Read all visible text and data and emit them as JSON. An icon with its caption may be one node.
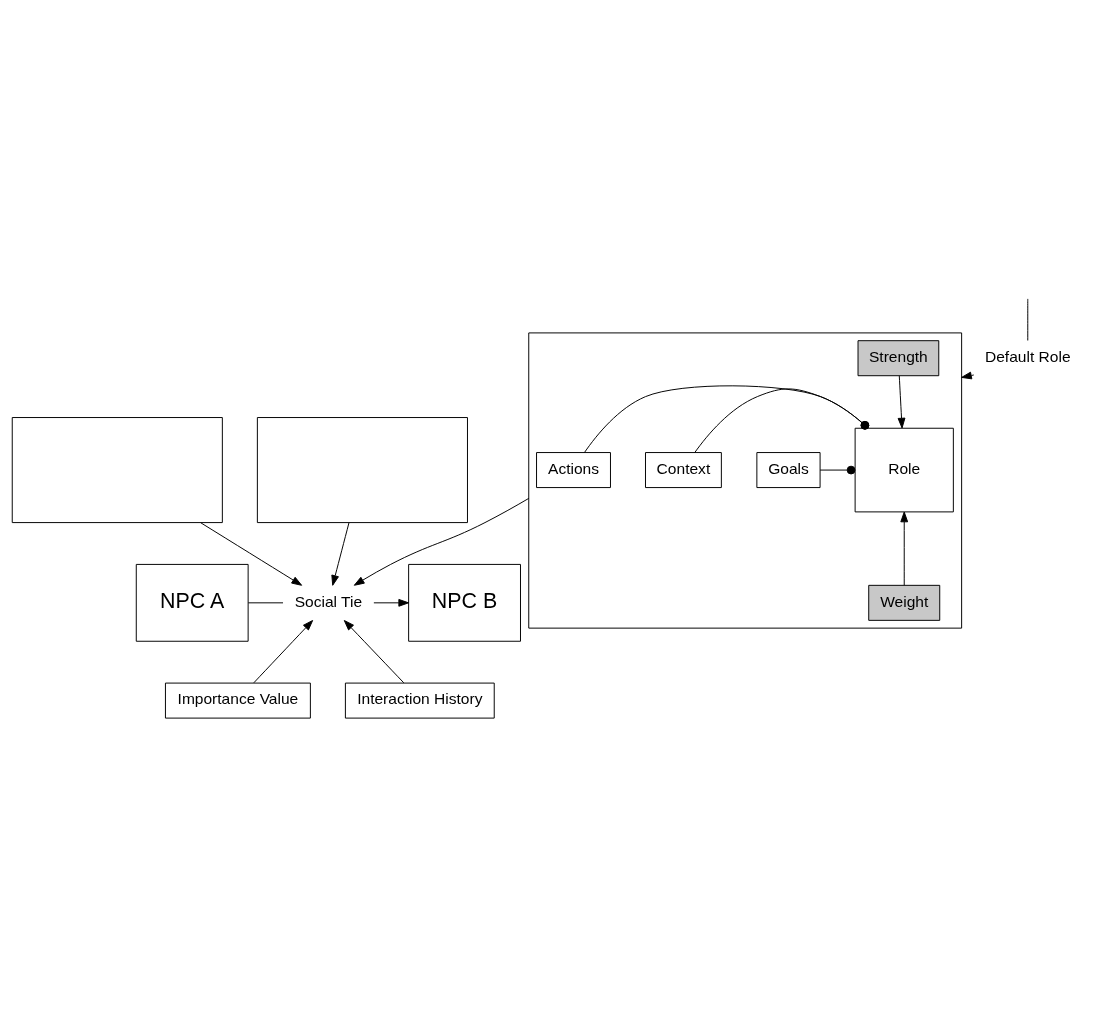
{
  "diagram": {
    "nodes": [
      {
        "text": [],
        "shape": "box"
      },
      {
        "text": [],
        "shape": "box"
      },
      {
        "text": [],
        "shape": "box"
      },
      {
        "text": [
          "Strength"
        ],
        "in": 2
      },
      {
        "text": [
          "Role"
        ],
        "in": 2
      },
      {
        "text": [
          "Weight"
        ],
        "in": 2
      },
      {
        "text": [
          "Actions"
        ],
        "in": 2
      },
      {
        "text": [
          "Goals"
        ],
        "in": 2
      },
      {
        "text": [
          "Context"
        ],
        "in": 2
      },
      {
        "text": [
          "Default Role"
        ]
      },
      {
        "text": [
          "NPC A"
        ]
      },
      {
        "text": [
          "Social Tie"
        ]
      },
      {
        "text": [
          "NPC B"
        ]
      },
      {
        "text": [
          "Importance Value"
        ]
      },
      {
        "text": [
          "Interaction History"
        ]
      }
    ],
    "edges": [
      {
        "from": 3,
        "to": 4,
        "arrow": "to"
      },
      {
        "from": 5,
        "to": 4,
        "arrow": "to"
      },
      {
        "from": 6,
        "to": 4,
        "arrow": "other"
      },
      {
        "from": 7,
        "to": 4,
        "arrow": "other"
      },
      {
        "from": 8,
        "to": 4,
        "arrow": "other"
      },
      {
        "from": 9,
        "to": 2,
        "arrow": "to"
      },
      {
        "from": null,
        "to": 9,
        "arrow": "none"
      },
      {
        "from": 0,
        "to": 11,
        "arrow": "to"
      },
      {
        "from": 1,
        "to": 11,
        "arrow": "to"
      },
      {
        "from": 2,
        "to": 11,
        "arrow": "to"
      },
      {
        "from": 10,
        "to": 11,
        "arrow": "none"
      },
      {
        "from": 11,
        "to": 12,
        "arrow": "to"
      },
      {
        "from": 13,
        "to": 11,
        "arrow": "to"
      },
      {
        "from": 14,
        "to": 11,
        "arrow": "to"
      }
    ]
  }
}
